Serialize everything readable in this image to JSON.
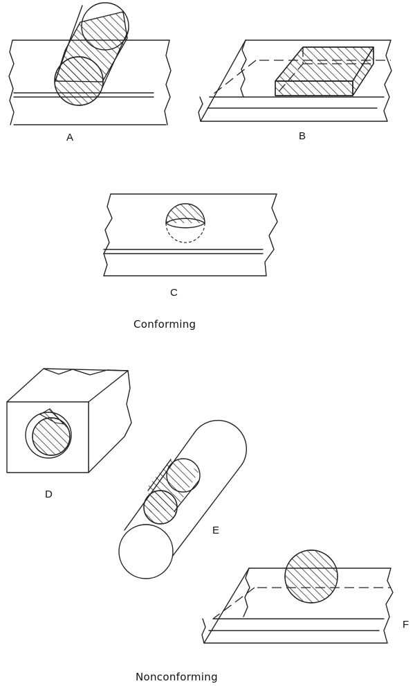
{
  "labels": {
    "a": "A",
    "b": "B",
    "c": "C",
    "d": "D",
    "e": "E",
    "f": "F"
  },
  "captions": {
    "conforming": "Conforming",
    "nonconforming": "Nonconforming"
  }
}
